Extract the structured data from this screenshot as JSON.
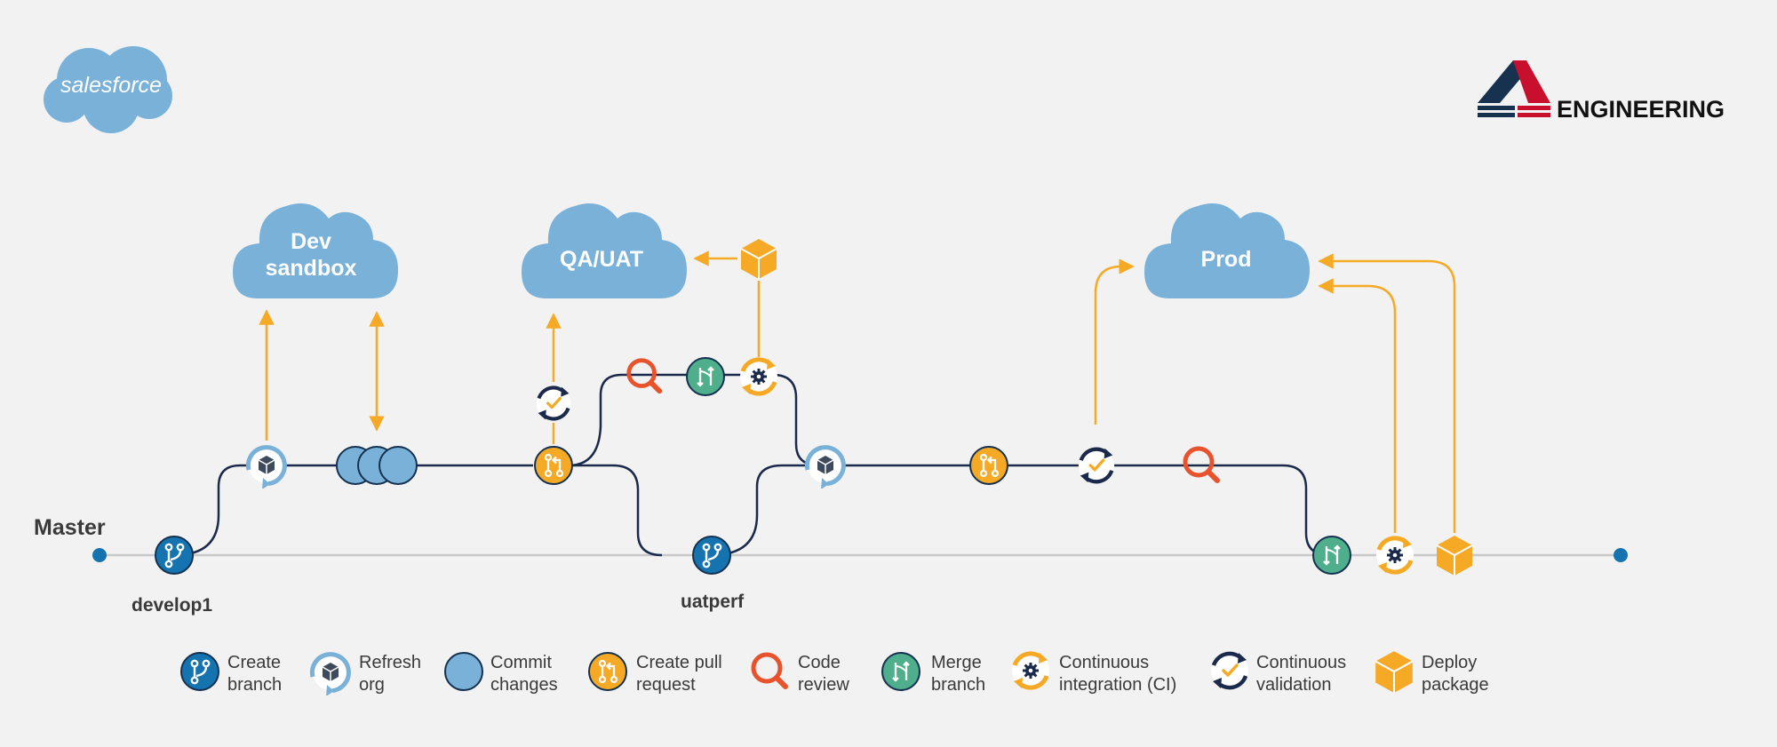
{
  "logos": {
    "salesforce": "salesforce",
    "engineering": "ENGINEERING"
  },
  "branches": {
    "master": "Master",
    "develop": "develop1",
    "uat": "uatperf"
  },
  "environments": {
    "dev_line1": "Dev",
    "dev_line2": "sandbox",
    "qa": "QA/UAT",
    "prod": "Prod"
  },
  "legend": [
    {
      "icon": "create-branch-icon",
      "line1": "Create",
      "line2": "branch"
    },
    {
      "icon": "refresh-org-icon",
      "line1": "Refresh",
      "line2": "org"
    },
    {
      "icon": "commit-changes-icon",
      "line1": "Commit",
      "line2": "changes"
    },
    {
      "icon": "create-pull-request-icon",
      "line1": "Create pull",
      "line2": "request"
    },
    {
      "icon": "code-review-icon",
      "line1": "Code",
      "line2": "review"
    },
    {
      "icon": "merge-branch-icon",
      "line1": "Merge",
      "line2": "branch"
    },
    {
      "icon": "continuous-integration-icon",
      "line1": "Continuous",
      "line2": "integration (CI)"
    },
    {
      "icon": "continuous-validation-icon",
      "line1": "Continuous",
      "line2": "validation"
    },
    {
      "icon": "deploy-package-icon",
      "line1": "Deploy",
      "line2": "package"
    }
  ],
  "colors": {
    "background": "#f2f2f2",
    "cloud": "#7ab1d9",
    "branch_blue": "#1574b0",
    "refresh_ring": "#7ab1d9",
    "pr_yellow": "#f6a925",
    "review_red": "#e8532c",
    "merge_green": "#4fae8b",
    "navy": "#1b2a4a",
    "master_line": "#c8c8c8",
    "arrow_orange": "#f6a925",
    "eng_navy": "#16324f",
    "eng_red": "#c8102e"
  }
}
